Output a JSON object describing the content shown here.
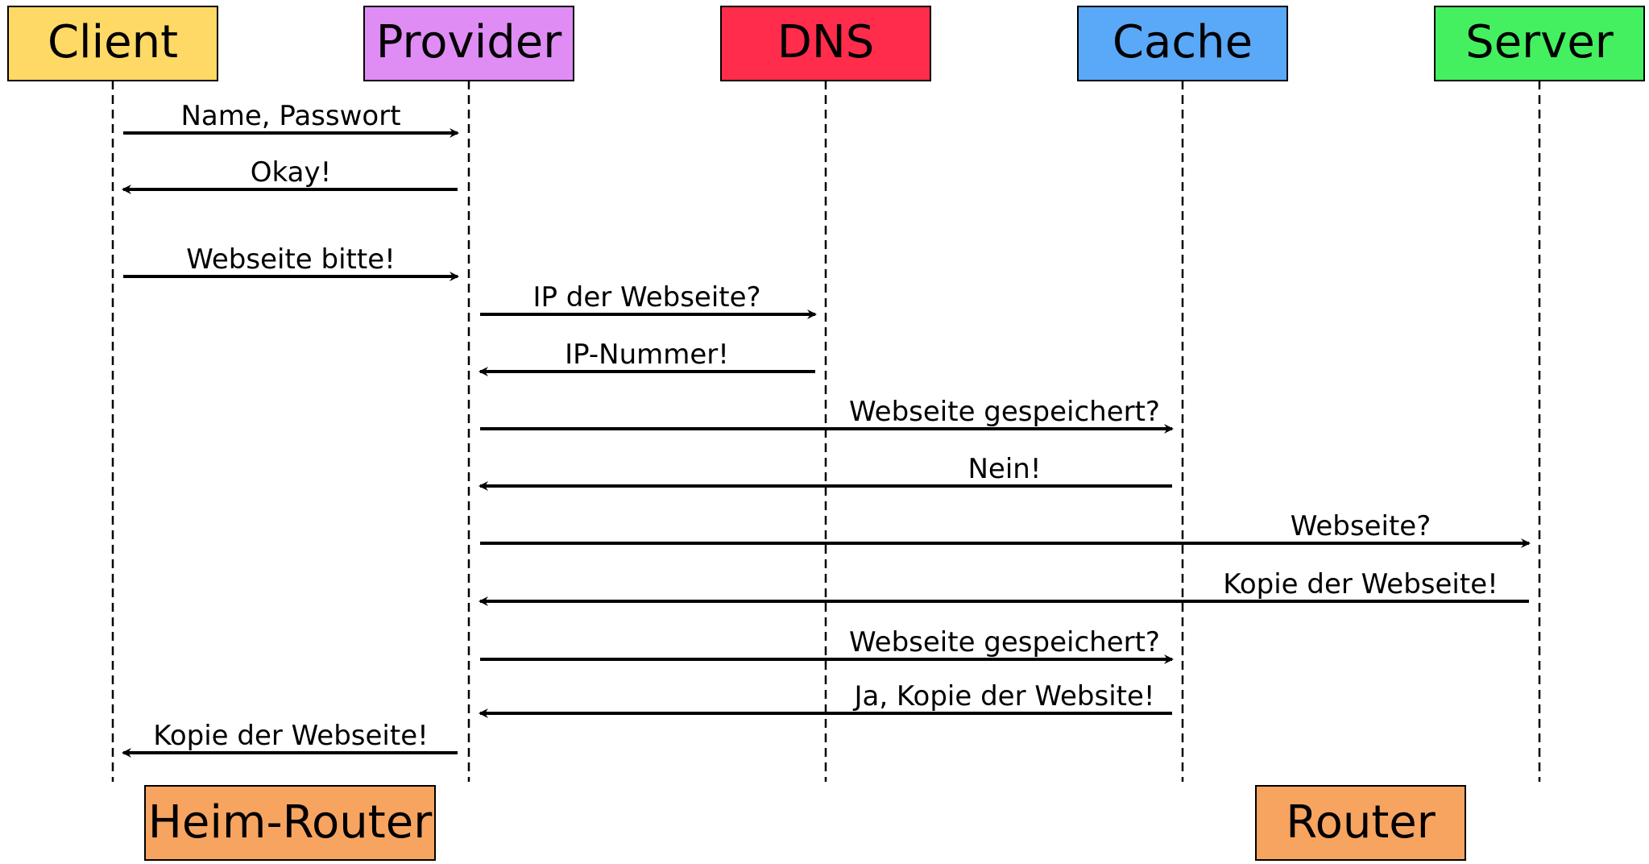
{
  "diagram": {
    "actors": [
      {
        "id": "client",
        "label": "Client",
        "color": "#FFD966"
      },
      {
        "id": "provider",
        "label": "Provider",
        "color": "#E08CF5"
      },
      {
        "id": "dns",
        "label": "DNS",
        "color": "#FF2D4B"
      },
      {
        "id": "cache",
        "label": "Cache",
        "color": "#5AA8F8"
      },
      {
        "id": "server",
        "label": "Server",
        "color": "#44F060"
      }
    ],
    "groups": [
      {
        "label": "Heim-Router",
        "color": "#F7A461"
      },
      {
        "label": "Router",
        "color": "#F7A461"
      }
    ],
    "messages": [
      {
        "from": "client",
        "to": "provider",
        "label": "Name, Passwort"
      },
      {
        "from": "provider",
        "to": "client",
        "label": "Okay!"
      },
      {
        "from": "client",
        "to": "provider",
        "label": "Webseite bitte!"
      },
      {
        "from": "provider",
        "to": "dns",
        "label": "IP der Webseite?"
      },
      {
        "from": "dns",
        "to": "provider",
        "label": "IP-Nummer!"
      },
      {
        "from": "provider",
        "to": "cache",
        "label": "Webseite gespeichert?"
      },
      {
        "from": "cache",
        "to": "provider",
        "label": "Nein!"
      },
      {
        "from": "provider",
        "to": "server",
        "label": "Webseite?"
      },
      {
        "from": "server",
        "to": "provider",
        "label": "Kopie der Webseite!"
      },
      {
        "from": "provider",
        "to": "cache",
        "label": "Webseite gespeichert?"
      },
      {
        "from": "cache",
        "to": "provider",
        "label": "Ja, Kopie der Website!"
      },
      {
        "from": "provider",
        "to": "client",
        "label": "Kopie der Webseite!"
      }
    ]
  }
}
